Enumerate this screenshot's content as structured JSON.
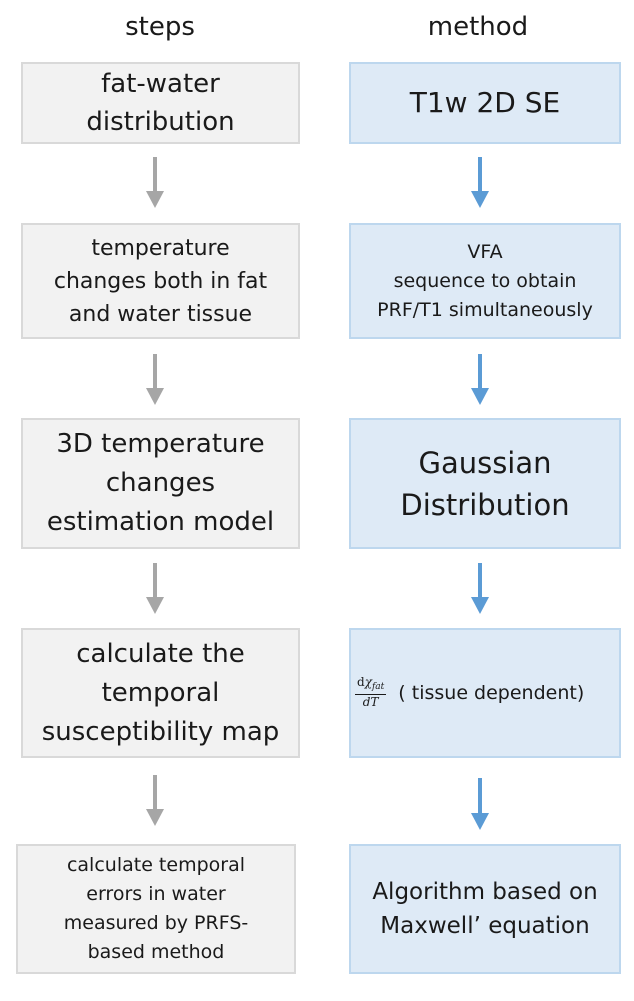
{
  "headers": {
    "steps": "steps",
    "method": "method"
  },
  "colors": {
    "step_fill": "#f2f2f2",
    "step_border": "#d9d9d9",
    "method_fill": "#deeaf6",
    "method_border": "#bdd7ee",
    "step_arrow": "#a6a6a6",
    "method_arrow": "#5b9bd5"
  },
  "steps": [
    {
      "label": "fat-water\ndistribution"
    },
    {
      "label": "temperature\nchanges both in fat\nand water tissue"
    },
    {
      "label": "3D temperature\nchanges\nestimation model"
    },
    {
      "label": "calculate the\ntemporal\nsusceptibility map"
    },
    {
      "label": "calculate temporal\nerrors in water\nmeasured by PRFS-\nbased method"
    }
  ],
  "methods": [
    {
      "label": "T1w 2D SE"
    },
    {
      "label": "VFA\nsequence to obtain\nPRF/T1 simultaneously"
    },
    {
      "label": "Gaussian\nDistribution"
    },
    {
      "formula": {
        "numerator_d": "d",
        "numerator_chi": "χ",
        "numerator_sub": "fat",
        "denominator": "dT"
      },
      "label": "( tissue dependent)"
    },
    {
      "label": "Algorithm based on\nMaxwell’ equation"
    }
  ]
}
